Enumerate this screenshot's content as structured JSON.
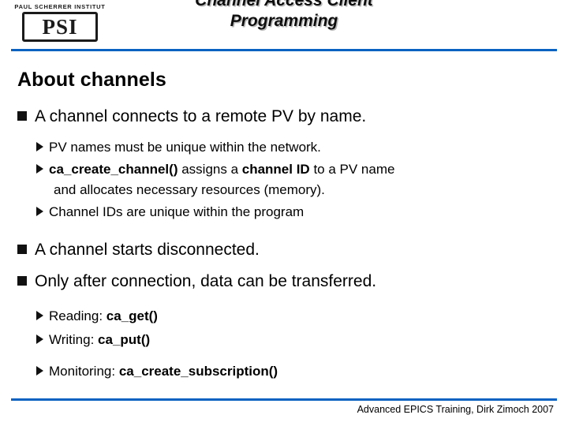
{
  "header": {
    "logo": {
      "institute": "PAUL SCHERRER INSTITUT",
      "acronym": "PSI"
    },
    "title_line1": "Channel Access Client",
    "title_line2": "Programming"
  },
  "slide": {
    "section_title": "About channels",
    "bullets": [
      {
        "level": 1,
        "text": "A channel connects to a remote PV by name."
      },
      {
        "level": 2,
        "text": "PV names must be unique within the network."
      },
      {
        "level": 2,
        "rich": [
          {
            "t": "ca_create_channel()",
            "b": true
          },
          {
            "t": " assigns a ",
            "b": false
          },
          {
            "t": "channel ID",
            "b": true
          },
          {
            "t": " to a PV name",
            "b": false
          }
        ]
      },
      {
        "level": 2,
        "continuation": true,
        "text": "and allocates necessary resources (memory)."
      },
      {
        "level": 2,
        "text": "Channel IDs are unique within the program"
      },
      {
        "level": 1,
        "text": "A channel starts disconnected."
      },
      {
        "level": 1,
        "text": "Only after connection, data can be transferred."
      },
      {
        "level": 2,
        "rich": [
          {
            "t": "Reading: ",
            "b": false
          },
          {
            "t": "ca_get()",
            "b": true
          }
        ]
      },
      {
        "level": 2,
        "rich": [
          {
            "t": "Writing: ",
            "b": false
          },
          {
            "t": "ca_put()",
            "b": true
          }
        ]
      },
      {
        "level": 2,
        "rich": [
          {
            "t": "Monitoring: ",
            "b": false
          },
          {
            "t": "ca_create_subscription()",
            "b": true
          }
        ]
      }
    ]
  },
  "footer": {
    "text": "Advanced EPICS Training, Dirk Zimoch 2007"
  },
  "colors": {
    "rule": "#0a62c2",
    "bullet": "#111111",
    "text": "#000000"
  }
}
